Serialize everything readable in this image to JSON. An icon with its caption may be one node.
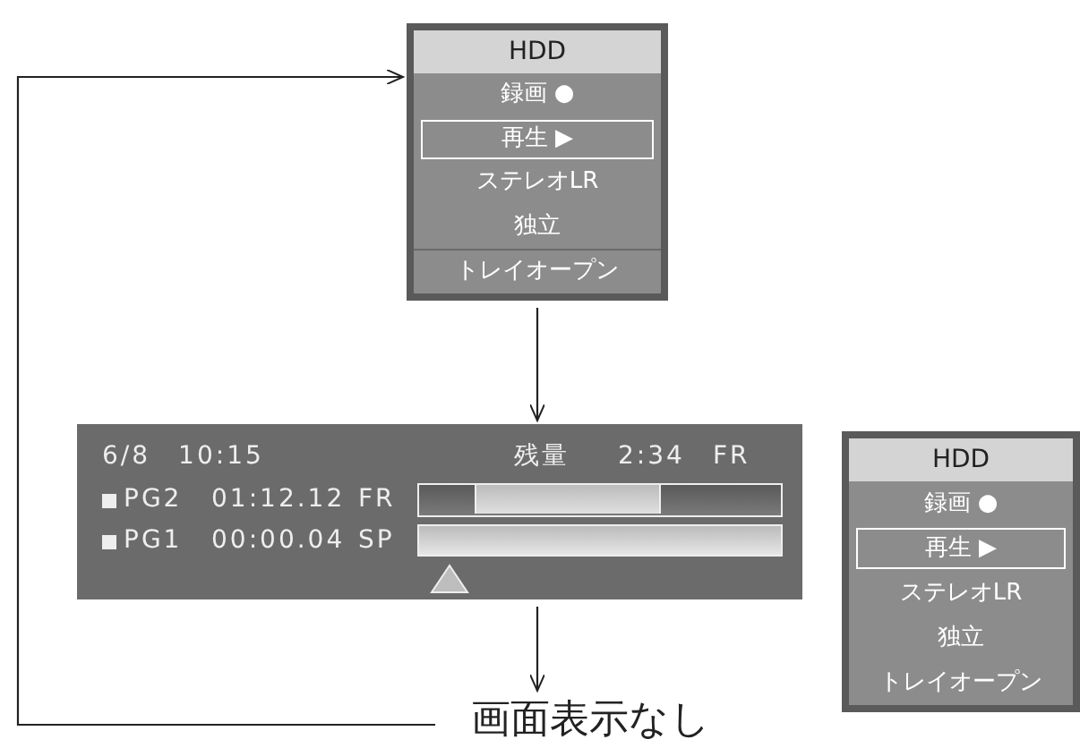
{
  "diagram": {
    "nodes": [
      {
        "text": [
          "HDD",
          "録画 ●",
          "再生 ▶",
          "ステレオLR",
          "独立",
          "トレイオープン"
        ]
      },
      {
        "text": [
          "6/8　10:15",
          "残量",
          "2:34　FR",
          "PG2",
          "01:12.12",
          "FR",
          "PG1",
          "00:00.04",
          "SP"
        ]
      },
      {
        "text": [
          "HDD",
          "録画 ●",
          "再生 ▶",
          "ステレオLR",
          "独立",
          "トレイオープン"
        ]
      },
      {
        "text": [
          "画面表示なし"
        ]
      }
    ],
    "edges": [
      {
        "from": 0,
        "to": 1,
        "arrow": "to"
      },
      {
        "from": 1,
        "to": 3,
        "arrow": "to"
      },
      {
        "from": 3,
        "to": 0,
        "arrow": "to"
      }
    ]
  }
}
